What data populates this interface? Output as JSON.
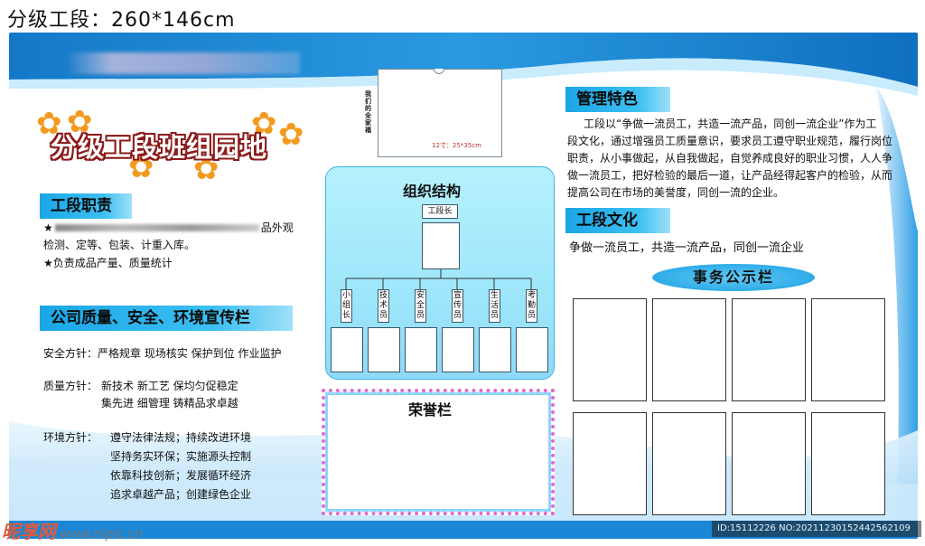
{
  "caption": "分级工段：260*146cm",
  "board": {
    "title": "分级工段班组园地",
    "left": {
      "duty_tag": "工段职责",
      "duty_line1_prefix": "★",
      "duty_line1_suffix": "品外观",
      "duty_line2": "检测、定等、包装、计重入库。",
      "duty_line3": "★负责成品产量、质量统计",
      "promo_tag": "公司质量、安全、环境宣传栏",
      "safety": "安全方针：严格规章  现场核实  保护到位  作业监护",
      "quality_label": "质量方针：",
      "quality_1": "新技术  新工艺  保均匀促稳定",
      "quality_2": "集先进  细管理  铸精品求卓越",
      "env_label": "环境方针：",
      "env_1": "遵守法律法规；持续改进环境",
      "env_2": "坚持务实环保；实施源头控制",
      "env_3": "依靠科技创新；发展循环经济",
      "env_4": "追求卓越产品；创建绿色企业"
    },
    "center": {
      "photo_side_label": "我们的全家福",
      "photo_size_note": "12寸：25*35cm",
      "org_title": "组织结构",
      "org_head": "工段长",
      "org_roles": [
        "小组长",
        "技术员",
        "安全员",
        "宣传员",
        "生活员",
        "考勤员"
      ],
      "honor_title": "荣誉栏"
    },
    "right": {
      "mgmt_tag": "管理特色",
      "mgmt_lines": [
        "工段以“争做一流员工，共造一流产品，同创一流企业”作为工",
        "段文化，通过增强员工质量意识，要求员工遵守职业规范，履行岗位",
        "职责，从小事做起，从自我做起，自觉养成良好的职业习惯，人人争",
        "做一流员工，把好检验的最后一道，让产品经得起客户的检验，从而",
        "提高公司在市场的美誉度，同创一流的企业。"
      ],
      "culture_tag": "工段文化",
      "culture_text": "争做一流员工，共造一流产品，同创一流企业",
      "notice_title": "事务公示栏"
    }
  },
  "watermark": {
    "logo": "昵享网",
    "url": "www.nipic.cn"
  },
  "id_tag": "ID:15112226 NO:20211230152442562109",
  "colors": {
    "accent": "#1aa6e6",
    "title_outline": "#8b1a1a",
    "flower": "#f39a1e"
  }
}
